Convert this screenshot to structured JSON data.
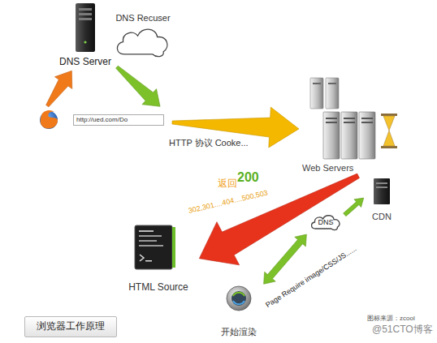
{
  "diagram": {
    "nodes": [
      {
        "text": [
          "DNS Server"
        ]
      },
      {
        "text": [
          "DNS Recuser"
        ]
      },
      {
        "text": [
          "http://ued.com/Do"
        ]
      },
      {
        "text": [
          "Web Servers"
        ]
      },
      {
        "text": [
          "CDN"
        ]
      },
      {
        "text": [
          "HTML Source"
        ]
      },
      {
        "text": [
          "开始渲染"
        ]
      },
      {
        "text": [
          "DNS"
        ]
      },
      {
        "text": [
          "浏览器工作原理"
        ]
      }
    ],
    "edges": [
      {
        "from": 2,
        "to": 0,
        "arrow": "to"
      },
      {
        "from": 0,
        "to": 2,
        "arrow": "to"
      },
      {
        "from": 2,
        "to": 3,
        "label": "HTTP 协议 Cooke...",
        "arrow": "to"
      },
      {
        "from": 3,
        "to": 5,
        "arrow": "to"
      },
      {
        "from": 6,
        "to": 7,
        "label": "Page Require image/CSS/JS......",
        "arrow": "both"
      },
      {
        "from": 7,
        "to": 4,
        "arrow": "to"
      }
    ],
    "labels": [
      "返回",
      "200",
      "302,301....404....500,503",
      "图标来源：zcool",
      "@51CTO博客"
    ]
  }
}
